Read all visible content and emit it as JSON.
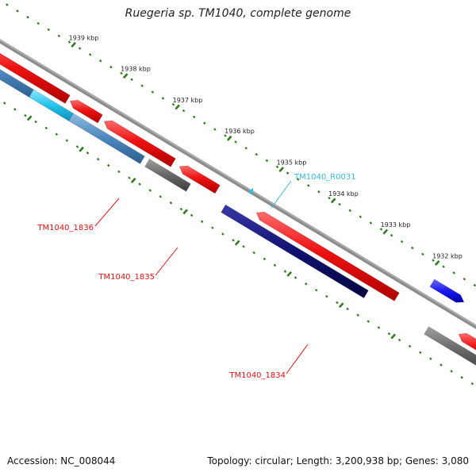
{
  "title": "Ruegeria sp. TM1040, complete genome",
  "footer": {
    "accession": "Accession: NC_008044",
    "topology": "Topology: circular; Length: 3,200,938 bp; Genes: 3,080"
  },
  "ticks": [
    {
      "kbp": 1939,
      "label": "1939 kbp"
    },
    {
      "kbp": 1938,
      "label": "1938 kbp"
    },
    {
      "kbp": 1937,
      "label": "1937 kbp"
    },
    {
      "kbp": 1936,
      "label": "1936 kbp"
    },
    {
      "kbp": 1935,
      "label": "1935 kbp"
    },
    {
      "kbp": 1934,
      "label": "1934 kbp"
    },
    {
      "kbp": 1933,
      "label": "1933 kbp"
    },
    {
      "kbp": 1932,
      "label": "1932 kbp"
    }
  ],
  "gene_labels": [
    {
      "text": "TM1040_R0031",
      "color": "#33bbdd"
    },
    {
      "text": "TM1040_1836",
      "color": "#dd1111"
    },
    {
      "text": "TM1040_1835",
      "color": "#dd1111"
    },
    {
      "text": "TM1040_1834",
      "color": "#dd1111"
    }
  ],
  "colors": {
    "cds": "#ee1111",
    "gene_blue": "#4a86be",
    "rrna_cyan": "#22c4ee",
    "gene_navy": "#101070",
    "gene_grey": "#666666",
    "backbone": "#8c8c8c",
    "tick_green": "#2f7a1e",
    "forward_blue": "#1a1aee"
  }
}
